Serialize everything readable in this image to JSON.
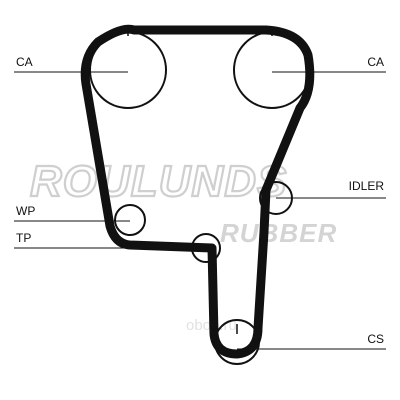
{
  "labels": {
    "ca_left": "CA",
    "ca_right": "CA",
    "idler": "IDLER",
    "wp": "WP",
    "tp": "TP",
    "cs": "CS"
  },
  "watermark": {
    "brand": "ROULUNDS",
    "sub": "RUBBER",
    "site": "oboe.ru"
  },
  "colors": {
    "belt": "#111111",
    "pulley": "#111111",
    "watermark": "#cfcfcf"
  }
}
